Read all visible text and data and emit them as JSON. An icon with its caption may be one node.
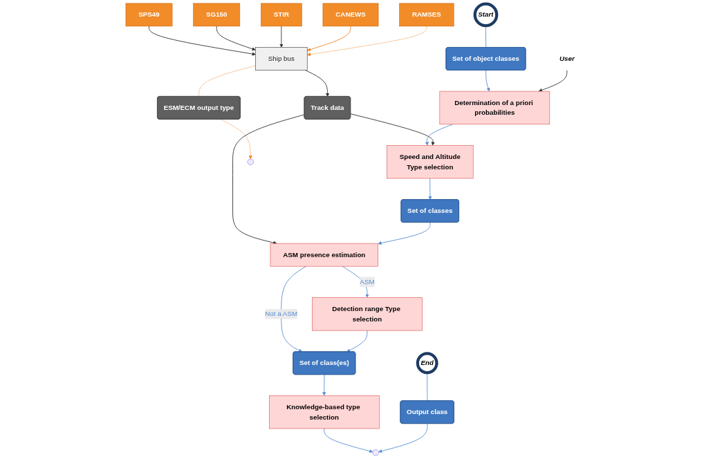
{
  "diagram": {
    "nodes": [
      {
        "text": [
          "Start"
        ]
      },
      {
        "text": [
          "Set of object classes"
        ]
      },
      {
        "text": [
          "SPS49"
        ]
      },
      {
        "text": [
          "SG150"
        ]
      },
      {
        "text": [
          "STIR"
        ]
      },
      {
        "text": [
          "CANEWS"
        ]
      },
      {
        "text": [
          "RAMSES"
        ]
      },
      {
        "text": [
          "Ship bus"
        ]
      },
      {
        "text": [
          "Track data"
        ]
      },
      {
        "text": [
          "ESM/ECM output type"
        ]
      },
      {
        "text": [
          "User"
        ]
      },
      {
        "text": [
          "Determination of a priori probabilities"
        ]
      },
      {
        "text": [
          "Speed and Altitude",
          "Type selection"
        ]
      },
      {
        "text": [
          "Set of classes"
        ]
      },
      {
        "text": [
          "ASM presence estimation"
        ]
      },
      {
        "text": [
          "Knowledge-based type selection"
        ]
      },
      {
        "text": [],
        "shape": "circle"
      },
      {
        "text": [],
        "shape": "circle"
      },
      {
        "text": [
          "Output class"
        ]
      },
      {
        "text": [
          "Detection range Type selection"
        ]
      },
      {
        "text": [
          "Set of class(es)"
        ]
      },
      {
        "text": [
          "End"
        ]
      }
    ],
    "edges": [
      {
        "from": 0,
        "to": 1,
        "arrow": "none"
      },
      {
        "from": 1,
        "to": 11,
        "arrow": "to"
      },
      {
        "from": 10,
        "to": 11,
        "arrow": "to",
        "color": "#333333"
      },
      {
        "from": 11,
        "to": 12,
        "arrow": "to"
      },
      {
        "from": 2,
        "to": 7,
        "arrow": "to",
        "color": "#333333"
      },
      {
        "from": 3,
        "to": 7,
        "arrow": "to",
        "color": "#333333"
      },
      {
        "from": 4,
        "to": 7,
        "arrow": "to",
        "color": "#333333"
      },
      {
        "from": 5,
        "to": 7,
        "arrow": "to",
        "color": "#f0882a"
      },
      {
        "from": 6,
        "to": 7,
        "arrow": "to",
        "style": "dashed",
        "color": "#f0882a"
      },
      {
        "from": 7,
        "to": 8,
        "arrow": "to",
        "color": "#333333"
      },
      {
        "from": 7,
        "to": 9,
        "arrow": "none",
        "style": "dashed",
        "color": "#f0882a"
      },
      {
        "from": 9,
        "to": 17,
        "arrow": "to",
        "style": "dashed",
        "color": "#f0882a"
      },
      {
        "from": 8,
        "to": 12,
        "arrow": "to",
        "color": "#333333"
      },
      {
        "from": 8,
        "to": 14,
        "arrow": "to",
        "color": "#333333"
      },
      {
        "from": 12,
        "to": 13,
        "arrow": "to"
      },
      {
        "from": 13,
        "to": 14,
        "arrow": "to"
      },
      {
        "from": 14,
        "to": 19,
        "label": "ASM",
        "arrow": "to"
      },
      {
        "from": 14,
        "to": 20,
        "label": "Not a ASM",
        "arrow": "to"
      },
      {
        "from": 19,
        "to": 20,
        "arrow": "to"
      },
      {
        "from": 20,
        "to": 15,
        "arrow": "to"
      },
      {
        "from": 15,
        "to": 16,
        "arrow": "to"
      },
      {
        "from": 18,
        "to": 16,
        "arrow": "to"
      },
      {
        "from": 21,
        "to": 18,
        "arrow": "none"
      }
    ]
  }
}
